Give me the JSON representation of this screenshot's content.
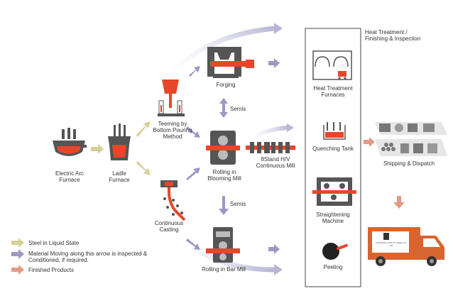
{
  "stages": {
    "electric_arc_furnace": "Electric Arc\nFurnace",
    "ladle_furnace": "Ladle\nFurnace",
    "teeming": "Teeming by\nBottom Pouring\nMethod",
    "continuous_casting": "Continuous\nCasting",
    "forging": "Forging",
    "rolling_blooming": "Rolling in\nBlooming Mill",
    "stand_mill": "8Stand H/V\nContinuous Mill",
    "rolling_bar": "Rolling in Bar Mill",
    "semis_top": "Semis",
    "semis_bottom": "Semis",
    "heat_treatment_title": "Heat Treatment /\nFinishing & Inspection",
    "heat_treatment_furnaces": "Heat Treatment\nFurnaces",
    "quenching_tank": "Quenching Tank",
    "straightening": "Straightening\nMachine",
    "peeling": "Peeling",
    "shipping": "Shipping & Dispatch",
    "truck_text": "MAHINDRA SANYO STEEL CO. LTD."
  },
  "legend": {
    "liquid": "Steel in Liquid State",
    "material_line1": "Material Moving along this arrow is inspected &",
    "material_line2": "Conditioned, if required.",
    "finished": "Finished Products"
  },
  "colors": {
    "liquid_arrow": "#d8cf95",
    "material_arrow": "#9b98c4",
    "finished_arrow": "#e39a85",
    "molten": "#e8452b",
    "machine": "#555555",
    "truck": "#d8642f"
  }
}
